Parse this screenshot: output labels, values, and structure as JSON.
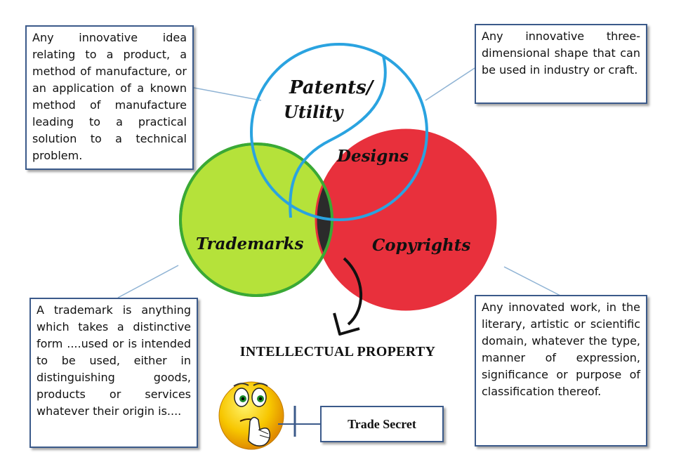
{
  "circles": {
    "patents_label_line1": "Patents/",
    "patents_label_line2": "Utility",
    "designs_label": "Designs",
    "trademarks_label": "Trademarks",
    "copyrights_label": "Copyrights"
  },
  "boxes": {
    "patents_text": "Any innovative idea relating to a product, a method of manufacture, or an application of a known method of manufacture leading to a practical solution to a technical problem.",
    "designs_text": "Any innovative three-dimensional shape that can be used in industry or craft.",
    "trademarks_text": "A trademark is anything which takes a distinctive form ....used or is intended to be used, either in distinguishing goods, products or services whatever their origin is....",
    "copyrights_text": "Any innovated work, in the literary, artistic or scientific domain, whatever the type, manner of expression, significance or purpose of classification thereof."
  },
  "title": "INTELLECTUAL PROPERTY",
  "trade_secret": "Trade Secret",
  "colors": {
    "patents_circle_stroke": "#2aa3e0",
    "trademarks_fill": "#b5e23a",
    "trademarks_stroke": "#3aa935",
    "copyrights_fill": "#e8303c",
    "overlap_fill": "#2b2b2b",
    "box_border": "#3b5a8a",
    "connector": "#8fb3d4"
  },
  "icons": [
    "thinking-smiley-icon",
    "curved-arrow-icon"
  ]
}
